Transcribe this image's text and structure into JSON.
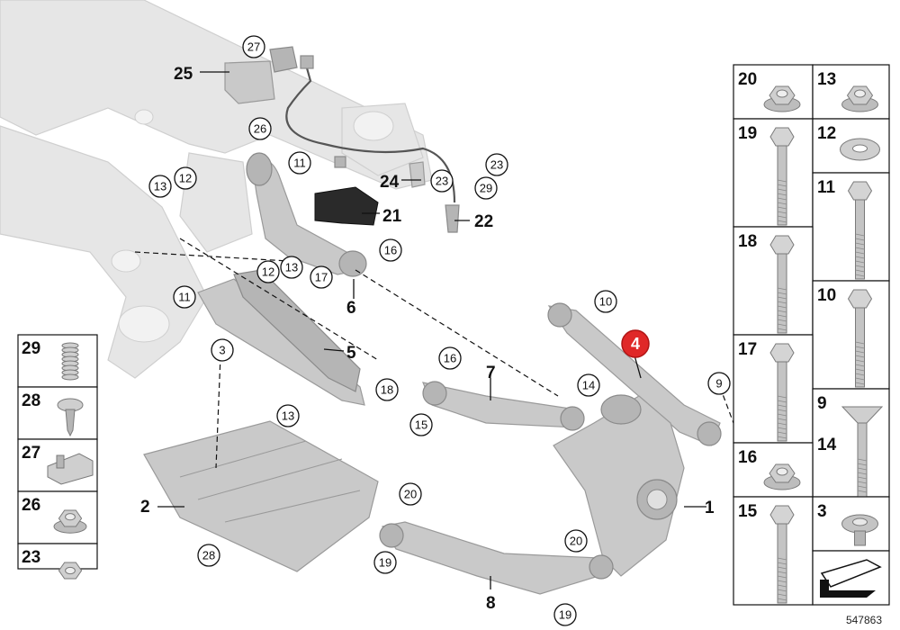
{
  "diagram": {
    "doc_number": "547863",
    "highlight_part": "4",
    "callouts": [
      "27",
      "26",
      "11",
      "13",
      "12",
      "12",
      "13",
      "16",
      "17",
      "23",
      "29",
      "23",
      "11",
      "3",
      "13",
      "18",
      "16",
      "15",
      "14",
      "10",
      "9",
      "20",
      "19",
      "20",
      "19",
      "28"
    ],
    "labels": [
      "25",
      "24",
      "21",
      "22",
      "6",
      "5",
      "7",
      "2",
      "8",
      "1"
    ],
    "right_table": [
      {
        "num": "20",
        "icon": "flange-nut-icon"
      },
      {
        "num": "13",
        "icon": "flange-nut-icon"
      },
      {
        "num": "19",
        "icon": "hex-bolt-icon"
      },
      {
        "num": "12",
        "icon": "washer-icon"
      },
      {
        "num": "11",
        "icon": "hex-bolt-icon"
      },
      {
        "num": "18",
        "icon": "hex-bolt-icon"
      },
      {
        "num": "10",
        "icon": "hex-bolt-icon"
      },
      {
        "num": "17",
        "icon": "hex-bolt-icon"
      },
      {
        "num": "9",
        "icon": "countersunk-bolt-icon"
      },
      {
        "num": "14",
        "icon": "countersunk-bolt-icon"
      },
      {
        "num": "16",
        "icon": "flange-nut-icon"
      },
      {
        "num": "15",
        "icon": "hex-bolt-icon"
      },
      {
        "num": "3",
        "icon": "expanding-rivet-icon"
      }
    ],
    "left_table": [
      {
        "num": "29",
        "icon": "spring-insert-icon"
      },
      {
        "num": "28",
        "icon": "push-clip-icon"
      },
      {
        "num": "27",
        "icon": "cable-holder-icon"
      },
      {
        "num": "26",
        "icon": "flange-nut-icon"
      },
      {
        "num": "23",
        "icon": "hex-nut-icon"
      }
    ]
  }
}
